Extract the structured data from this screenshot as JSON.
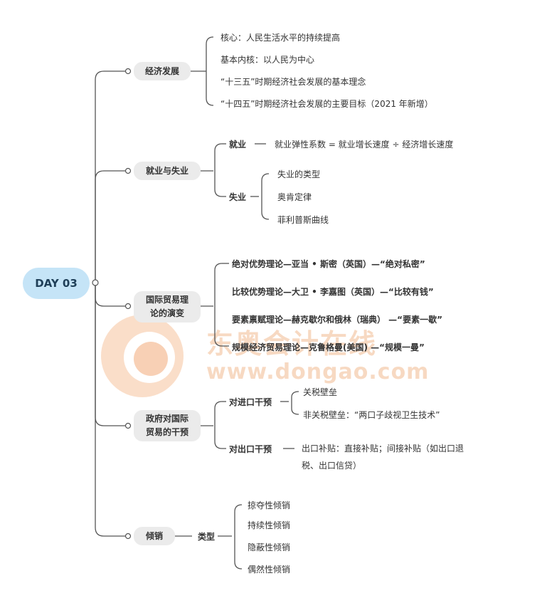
{
  "root": "DAY 03",
  "watermark": {
    "line1": "东奥会计在线",
    "line2": "www.dongao.com"
  },
  "economic": {
    "label": "经济发展",
    "items": [
      "核心：人民生活水平的持续提高",
      "基本内核：以人民为中心",
      "“十三五”时期经济社会发展的基本理念",
      "“十四五”时期经济社会发展的主要目标（2021 年新增）"
    ]
  },
  "employment": {
    "label": "就业与失业",
    "jiuye": "就业",
    "jiuye_detail": "就业弹性系数 = 就业增长速度 ÷ 经济增长速度",
    "shiye": "失业",
    "shiye_items": [
      "失业的类型",
      "奥肯定律",
      "菲利普斯曲线"
    ]
  },
  "trade_theory": {
    "label_l1": "国际贸易理",
    "label_l2": "论的演变",
    "items": [
      "绝对优势理论—亚当 • 斯密（英国）—“绝对私密”",
      "比较优势理论—大卫 • 李嘉图（英国）—“比较有钱”",
      "要素禀赋理论—赫克歇尔和俄林（瑞典） —“要素一歇”",
      "规模经济贸易理论—克鲁格曼(美国) —“规模一曼”"
    ]
  },
  "gov": {
    "label_l1": "政府对国际",
    "label_l2": "贸易的干预",
    "import": "对进口干预",
    "import_items": [
      "关税壁垒",
      "非关税壁垒：“两口子歧视卫生技术”"
    ],
    "export": "对出口干预",
    "export_l1": "出口补贴：直接补贴；间接补贴（如出口退",
    "export_l2": "税、出口信贷）"
  },
  "dumping": {
    "label": "倾销",
    "type": "类型",
    "items": [
      "掠夺性倾销",
      "持续性倾销",
      "隐蔽性倾销",
      "偶然性倾销"
    ]
  }
}
